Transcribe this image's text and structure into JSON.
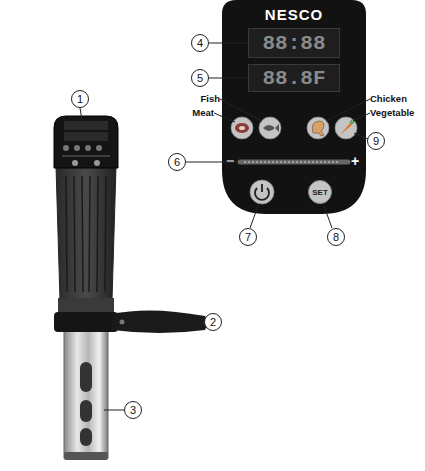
{
  "diagram": {
    "nodes": [
      {
        "text": [
          "NESCO"
        ]
      },
      {
        "text": [
          "88:88"
        ],
        "in": 0
      },
      {
        "text": [
          "88.8F"
        ],
        "in": 0
      },
      {
        "text": [
          "SET"
        ],
        "in": 0
      },
      {
        "text": [
          "1"
        ]
      },
      {
        "text": [
          "4"
        ]
      },
      {
        "text": [
          "5"
        ]
      },
      {
        "text": [
          "6"
        ]
      },
      {
        "text": [
          "9"
        ]
      },
      {
        "text": [
          "7"
        ]
      },
      {
        "text": [
          "8"
        ]
      },
      {
        "text": [
          "2"
        ]
      },
      {
        "text": [
          "3"
        ]
      }
    ],
    "labels": [
      "Fish",
      "Meat",
      "Chicken",
      "Vegetable",
      "−",
      "+"
    ]
  }
}
